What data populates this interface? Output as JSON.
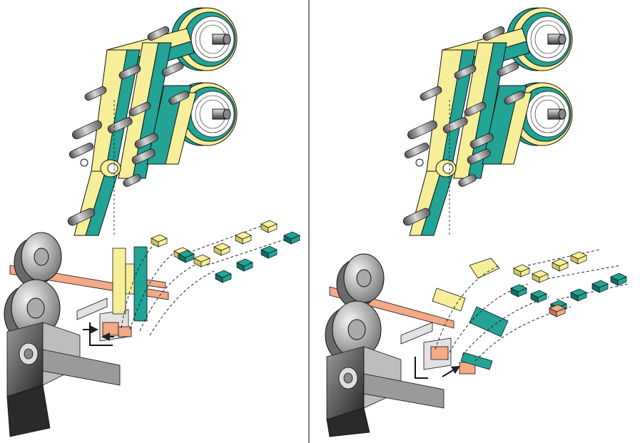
{
  "figure": {
    "panels": [
      {
        "id": "left",
        "reels": 2
      },
      {
        "id": "right",
        "reels": 2
      }
    ]
  },
  "colors": {
    "teal": "#22a395",
    "teal_dark": "#0f6f66",
    "yellow": "#f7ee9a",
    "yellow_dark": "#cfc467",
    "salmon": "#f4a987",
    "salmon_dark": "#c57556",
    "steel": "#8f8f8f",
    "steel_dark": "#3a3a3a",
    "steel_light": "#e2e2e2",
    "divider": "#333333",
    "arrow": "#222222"
  },
  "icons": [
    "arrow-icon",
    "reel-icon",
    "roller-icon",
    "wheel-icon",
    "clip-icon"
  ]
}
